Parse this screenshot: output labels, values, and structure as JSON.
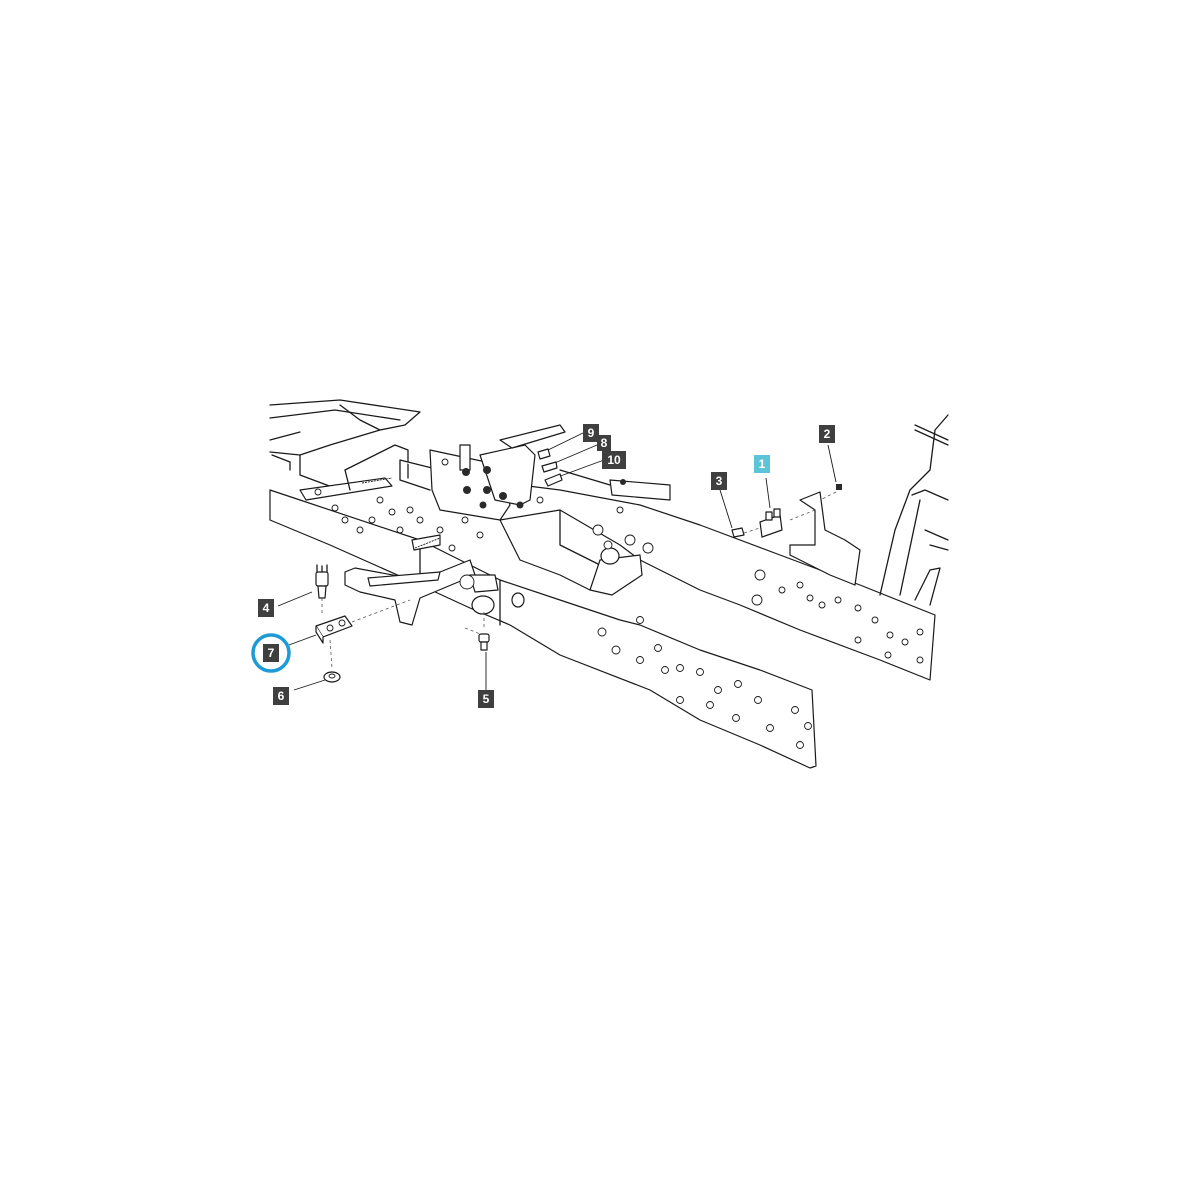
{
  "callouts": [
    {
      "id": "1",
      "label": "1",
      "highlighted": true
    },
    {
      "id": "2",
      "label": "2",
      "highlighted": false
    },
    {
      "id": "3",
      "label": "3",
      "highlighted": false
    },
    {
      "id": "4",
      "label": "4",
      "highlighted": false
    },
    {
      "id": "5",
      "label": "5",
      "highlighted": false
    },
    {
      "id": "6",
      "label": "6",
      "highlighted": false
    },
    {
      "id": "7",
      "label": "7",
      "highlighted": false,
      "circled": true
    },
    {
      "id": "8",
      "label": "8",
      "highlighted": false
    },
    {
      "id": "9",
      "label": "9",
      "highlighted": false
    },
    {
      "id": "10",
      "label": "10",
      "highlighted": false
    }
  ],
  "colors": {
    "callout_box": "#3f3f3f",
    "callout_highlight": "#5cc4d6",
    "selection_ring": "#1e9bd7",
    "line_art": "#1a1a1a"
  }
}
